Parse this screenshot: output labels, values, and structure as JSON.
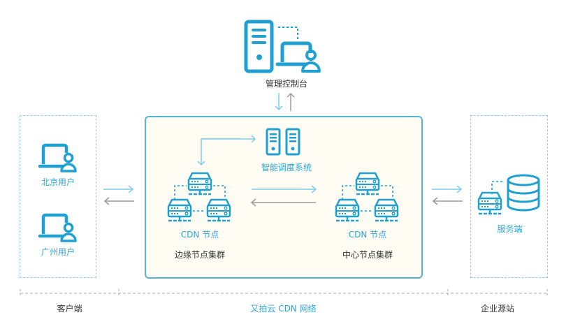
{
  "colors": {
    "accent": "#1fa0d0",
    "accent_light": "#7fcbea",
    "arrow_gray": "#9a9a9a",
    "main_box_border": "#56b4d3",
    "main_box_fill": "#fffcf3",
    "text_dark": "#333333"
  },
  "console": {
    "label": "管理控制台",
    "icon": "server-with-admin-laptop-icon"
  },
  "client_zone": {
    "users": [
      {
        "label": "北京用户",
        "icon": "laptop-user-icon"
      },
      {
        "label": "广州用户",
        "icon": "laptop-user-icon"
      }
    ]
  },
  "cdn_network": {
    "scheduler": {
      "label": "智能调度系统",
      "icon": "dual-server-icon"
    },
    "edge_cluster": {
      "node_label": "CDN 节点",
      "cluster_label": "边缘节点集群",
      "icon": "server-cluster-icon"
    },
    "center_cluster": {
      "node_label": "CDN 节点",
      "cluster_label": "中心节点集群",
      "icon": "server-cluster-icon"
    }
  },
  "origin_zone": {
    "label": "服务端",
    "icon": "server-database-icon"
  },
  "footer": {
    "segments": [
      {
        "label": "客户端"
      },
      {
        "label": "又拍云 CDN 网络"
      },
      {
        "label": "企业源站"
      }
    ]
  }
}
